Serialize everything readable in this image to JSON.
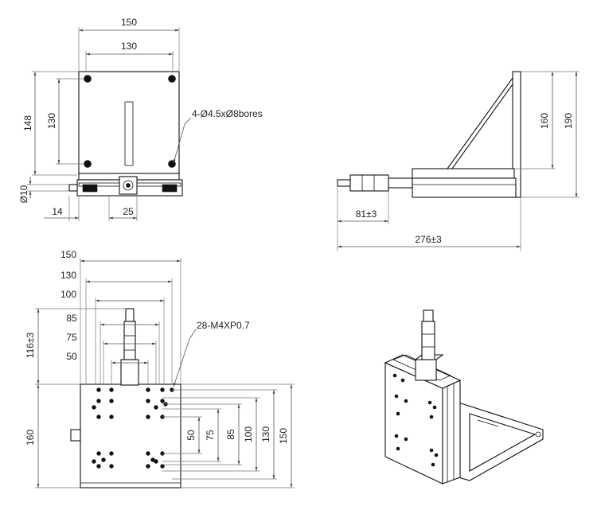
{
  "top_view": {
    "dim_width_outer": "150",
    "dim_width_inner": "130",
    "dim_height_outer": "148",
    "dim_height_inner": "130",
    "dim_diameter": "Ø10",
    "dim_offset_left": "14",
    "dim_offset_center": "25",
    "note_bores": "4-Ø4.5xØ8bores"
  },
  "side_view": {
    "dim_height_inner": "160",
    "dim_height_outer": "190",
    "dim_micrometer": "81±3",
    "dim_total_length": "276±3"
  },
  "front_view": {
    "dim_h_150": "150",
    "dim_h_130": "130",
    "dim_h_100": "100",
    "dim_h_85": "85",
    "dim_h_75": "75",
    "dim_h_50": "50",
    "dim_micrometer_height": "116±3",
    "dim_plate_height": "160",
    "dim_v_50": "50",
    "dim_v_75": "75",
    "dim_v_85": "85",
    "dim_v_100": "100",
    "dim_v_130": "130",
    "dim_v_150": "150",
    "note_threads": "28-M4XP0.7"
  }
}
